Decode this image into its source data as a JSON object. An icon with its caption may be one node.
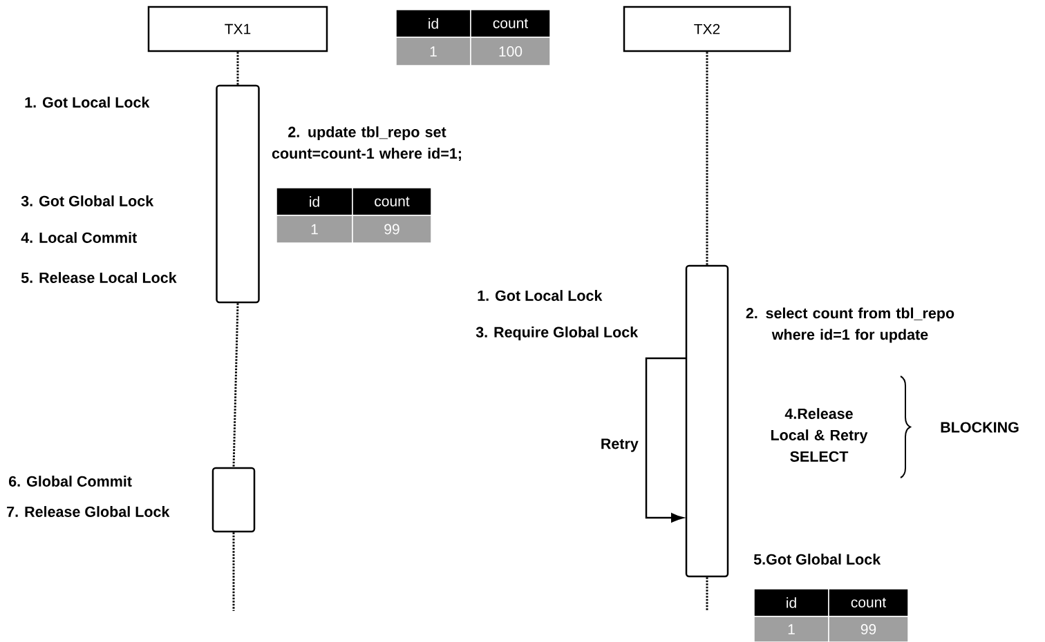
{
  "diagram": {
    "nodes": [
      {
        "text": [
          "TX1"
        ]
      },
      {
        "text": [
          "TX2"
        ]
      },
      {
        "text": [],
        "shape": "box"
      },
      {
        "text": [],
        "shape": "box"
      },
      {
        "text": [],
        "shape": "box"
      }
    ],
    "edges": [
      {
        "from": 0,
        "to": 2,
        "arrow": "none",
        "style": "dashed"
      },
      {
        "from": 2,
        "to": 3,
        "arrow": "none",
        "style": "dashed"
      },
      {
        "from": 3,
        "to": null,
        "arrow": "none",
        "style": "dashed"
      },
      {
        "from": 1,
        "to": 4,
        "arrow": "none",
        "style": "dashed"
      },
      {
        "from": 4,
        "to": null,
        "arrow": "none",
        "style": "dashed"
      },
      {
        "from": 4,
        "to": 4,
        "arrow": "to",
        "label": "Retry"
      }
    ],
    "labels": [
      "id",
      "count",
      "1",
      "100",
      "1. Got Local Lock",
      "2. update tbl_repo set count=count-1 where id=1;",
      "3. Got Global Lock",
      "id",
      "count",
      "1",
      "99",
      "4. Local Commit",
      "5. Release Local Lock",
      "1. Got Local Lock",
      "2. select count from tbl_repo where id=1 for update",
      "3. Require Global Lock",
      "4.Release Local & Retry SELECT",
      "BLOCKING",
      "6. Global Commit",
      "7. Release Global Lock",
      "5.Got Global Lock",
      "id",
      "count",
      "1",
      "99"
    ]
  }
}
